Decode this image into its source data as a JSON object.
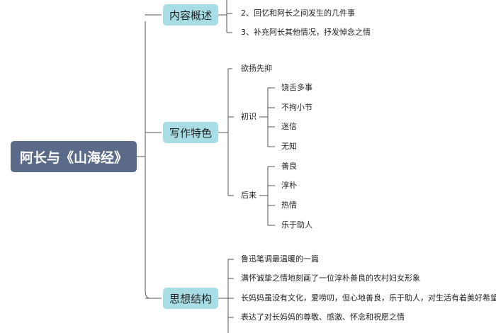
{
  "root": "阿长与《山海经》",
  "topics": [
    {
      "label": "内容概述",
      "items": [
        "2、回忆和阿长之间发生的几件事",
        "3、补充阿长其他情况，抒发悼念之情"
      ]
    },
    {
      "label": "写作特色",
      "lead": "欲扬先抑",
      "groups": [
        {
          "label": "初识",
          "items": [
            "饶舌多事",
            "不拘小节",
            "迷信",
            "无知"
          ]
        },
        {
          "label": "后来",
          "items": [
            "善良",
            "淳朴",
            "热情",
            "乐于助人"
          ]
        }
      ]
    },
    {
      "label": "思想结构",
      "items": [
        "鲁迅笔调最温暖的一篇",
        "满怀诚挚之情地刻画了一位淳朴善良的农村妇女形象",
        "长妈妈虽没有文化，爱唠叨，但心地善良，乐于助人，对生活有着美好希望",
        "表达了对长妈妈的尊敬、感激、怀念和祝愿之情"
      ]
    }
  ],
  "colors": {
    "root": "#5b6a88",
    "topic": "#a9dde6",
    "line": "#555555"
  }
}
